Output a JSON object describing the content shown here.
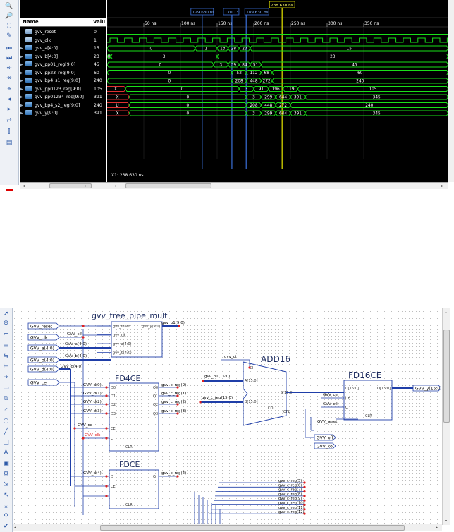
{
  "wave": {
    "header_name": "Name",
    "header_value": "Valu",
    "signals": [
      {
        "name": "gvv_reset",
        "value": "0",
        "kind": "bit"
      },
      {
        "name": "gvv_clk",
        "value": "1",
        "kind": "bit"
      },
      {
        "name": "gvv_a[4:0]",
        "value": "15",
        "kind": "bus"
      },
      {
        "name": "gvv_b[4:0]",
        "value": "23",
        "kind": "bus"
      },
      {
        "name": "gvv_pp01_reg[9:0]",
        "value": "45",
        "kind": "bus"
      },
      {
        "name": "gvv_pp23_reg[9:0]",
        "value": "60",
        "kind": "bus"
      },
      {
        "name": "gvv_bp4_s1_reg[9:0]",
        "value": "240",
        "kind": "bus"
      },
      {
        "name": "gvv_pp0123_reg[9:0]",
        "value": "105",
        "kind": "bus"
      },
      {
        "name": "gvv_pp01234_reg[9:0]",
        "value": "391",
        "kind": "bus"
      },
      {
        "name": "gvv_bp4_s2_reg[9:0]",
        "value": "240",
        "kind": "bus"
      },
      {
        "name": "gvv_y[9:0]",
        "value": "391",
        "kind": "bus"
      }
    ],
    "time_labels": [
      "50 ns",
      "100 ns",
      "150 ns",
      "200 ns",
      "250 ns",
      "300 ns",
      "350 ns"
    ],
    "markers": [
      {
        "label": "129.630 ns",
        "color": "#3a6fd8"
      },
      {
        "label": "170.13",
        "color": "#3a6fd8"
      },
      {
        "label": "189.630 ns",
        "color": "#3a6fd8"
      },
      {
        "label": "238.630 ns",
        "color": "#e8e800"
      }
    ],
    "bus_values": {
      "gvv_a": [
        "0",
        "1",
        "13",
        "28",
        "27",
        "15"
      ],
      "gvv_b": [
        "0",
        "3",
        "23"
      ],
      "gvv_pp01": [
        "0",
        "3",
        "39",
        "84",
        "51",
        "45"
      ],
      "gvv_pp23": [
        "0",
        "52",
        "112",
        "68",
        "60"
      ],
      "gvv_bp4_s1": [
        "0",
        "208",
        "448",
        "272",
        "240"
      ],
      "gvv_pp0123": [
        "X",
        "0",
        "3",
        "91",
        "196",
        "119",
        "105"
      ],
      "gvv_pp01234": [
        "X",
        "0",
        "3",
        "299",
        "644",
        "391",
        "345"
      ],
      "gvv_bp4_s2": [
        "U",
        "0",
        "208",
        "448",
        "272",
        "240"
      ],
      "gvv_y": [
        "X",
        "0",
        "3",
        "299",
        "644",
        "391",
        "345"
      ]
    },
    "cursor_readout": "X1: 238.630 ns"
  },
  "schematic": {
    "blocks": {
      "mult_title": "gvv_tree_pipe_mult",
      "fd4ce_title": "FD4CE",
      "fdce_title": "FDCE",
      "add16_title": "ADD16",
      "fd16ce_title": "FD16CE"
    },
    "input_ports": [
      "GVV_reset",
      "GVV_clk",
      "GVV_a(4:0)",
      "GVV_b(4:0)",
      "GVV_d(4:0)",
      "GVV_ce"
    ],
    "output_ports": [
      "GVV_y(15:0)",
      "GVV_ofl",
      "GVV_co"
    ],
    "mult_pins_left": [
      "gvv_reset",
      "gvv_clk",
      "gvv_a(4:0)",
      "gvv_b(4:0)"
    ],
    "mult_pin_right": "gvv_y(9:0)",
    "net_labels": {
      "clk": "GVV_clk",
      "a": "GVV_a(4:0)",
      "b": "GVV_b(4:0)",
      "d": "GVV_d(4:0)",
      "mult_out": "gvv_p1(9:0)",
      "ci": "gvv_ci",
      "p1": "gvv_p1(15:0)",
      "creg": "gvv_c_reg(15:0)",
      "ce": "GVV_ce",
      "clkr": "GVV_clk",
      "reset": "GVV_reset"
    },
    "fd4ce_inputs": [
      "GVV_d(0)",
      "GVV_d(1)",
      "GVV_d(2)",
      "GVV_d(3)"
    ],
    "fd4ce_outputs": [
      "gvv_c_reg(0)",
      "gvv_c_reg(1)",
      "gvv_c_reg(2)",
      "gvv_c_reg(3)"
    ],
    "fd4ce_pins_l": [
      "D0",
      "D1",
      "D2",
      "D3",
      "CE",
      "C"
    ],
    "fd4ce_pins_r": [
      "Q0",
      "Q1",
      "Q2",
      "Q3"
    ],
    "fdce_input": "GVV_d(4)",
    "fdce_output": "gvv_c_reg(4)",
    "fdce_pins": [
      "D",
      "Q",
      "CE",
      "C",
      "CLR"
    ],
    "add_pins": [
      "CI",
      "A[15:0]",
      "B[15:0]",
      "S[15:0]",
      "CO",
      "OFL"
    ],
    "fd16_pins": [
      "D[15:0]",
      "Q[15:0]",
      "CE",
      "C",
      "CLR"
    ],
    "bus_taps": [
      "gvv_c_reg(5)",
      "gvv_c_reg(6)",
      "gvv_c_reg(7)",
      "gvv_c_reg(8)",
      "gvv_c_reg(9)",
      "gvv_c_reg(10)",
      "gvv_c_reg(11)",
      "gvv_c_reg(12)"
    ]
  },
  "colors": {
    "wave_green": "#19e019",
    "bus_text": "#ffffff",
    "x_red": "#e03030",
    "schematic_blue": "#1f3ea8",
    "pin_red": "#e02020"
  }
}
